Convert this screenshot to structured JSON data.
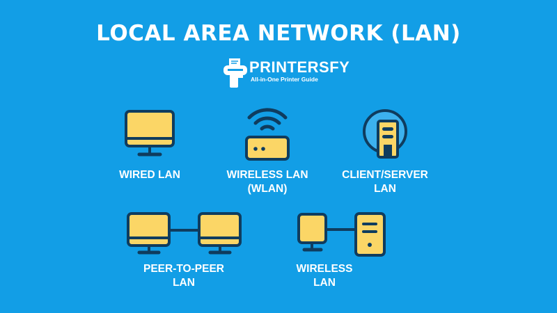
{
  "header": {
    "title": "LOCAL AREA NETWORK (LAN)"
  },
  "brand": {
    "name": "PRINTERSFY",
    "tagline": "All-in-One Printer Guide",
    "icon": "printer-icon"
  },
  "colors": {
    "background": "#129ee6",
    "icon_fill": "#fbd666",
    "icon_stroke": "#0f3c5e",
    "text": "#ffffff"
  },
  "items": [
    {
      "id": "wired-lan",
      "icon": "monitor-icon",
      "label_lines": [
        "WIRED LAN"
      ]
    },
    {
      "id": "wireless-lan-wlan",
      "icon": "wifi-router-icon",
      "label_lines": [
        "WIRELESS LAN",
        "(WLAN)"
      ]
    },
    {
      "id": "client-server-lan",
      "icon": "server-tower-icon",
      "label_lines": [
        "CLIENT/SERVER",
        "LAN"
      ]
    },
    {
      "id": "peer-to-peer-lan",
      "icon": "two-connected-monitors-icon",
      "label_lines": [
        "PEER-TO-PEER",
        "LAN"
      ]
    },
    {
      "id": "wireless-lan",
      "icon": "monitor-to-tower-icon",
      "label_lines": [
        "WIRELESS",
        "LAN"
      ]
    }
  ]
}
